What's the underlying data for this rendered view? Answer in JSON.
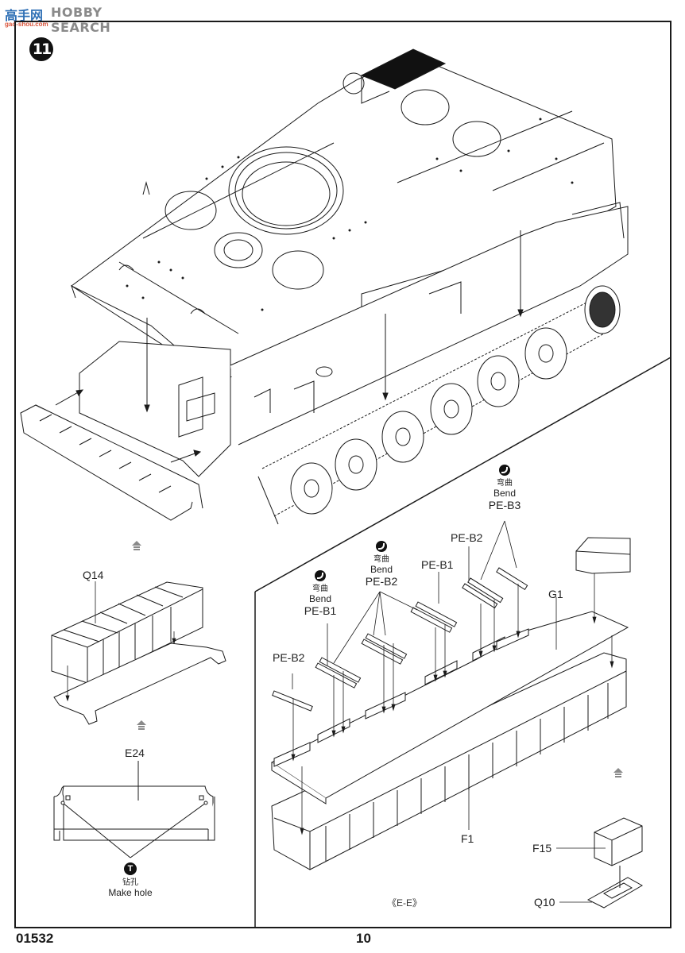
{
  "watermark": {
    "logo_text": "高手网",
    "brand_text": "HOBBY SEARCH",
    "site_text": "gao-shou.com"
  },
  "step": {
    "number": "11"
  },
  "main_view": {
    "description": "Upper hull assembly onto lower hull with tracks and front armor",
    "icons": [
      "assembly-arrows"
    ]
  },
  "sub_assembly_left": {
    "part_top": "Q14",
    "part_bottom": "E24",
    "hole_instruction": {
      "icon": "drill-hole-icon",
      "icon_glyph": "T",
      "cn": "钻孔",
      "en": "Make hole"
    }
  },
  "sub_assembly_right": {
    "bend_notes": [
      {
        "icon": "bend-icon",
        "cn": "弯曲",
        "en": "Bend",
        "part": "PE-B3"
      },
      {
        "icon": "bend-icon",
        "cn": "弯曲",
        "en": "Bend",
        "part": "PE-B2"
      },
      {
        "icon": "bend-icon",
        "cn": "弯曲",
        "en": "Bend",
        "part": "PE-B1"
      }
    ],
    "plain_labels": {
      "pe_b2_top": "PE-B2",
      "pe_b1_mid": "PE-B1",
      "pe_b2_left": "PE-B2"
    },
    "parts": {
      "g1": "G1",
      "f1": "F1",
      "f15": "F15",
      "q10": "Q10"
    },
    "view_label": "《E-E》"
  },
  "footer": {
    "kit_code": "01532",
    "page_number": "10"
  },
  "colors": {
    "ink": "#1a1a1a",
    "paper": "#ffffff",
    "arrow_gray": "#8a8a8a",
    "watermark_blue": "#2e6fb5",
    "watermark_red": "#d9533a"
  }
}
